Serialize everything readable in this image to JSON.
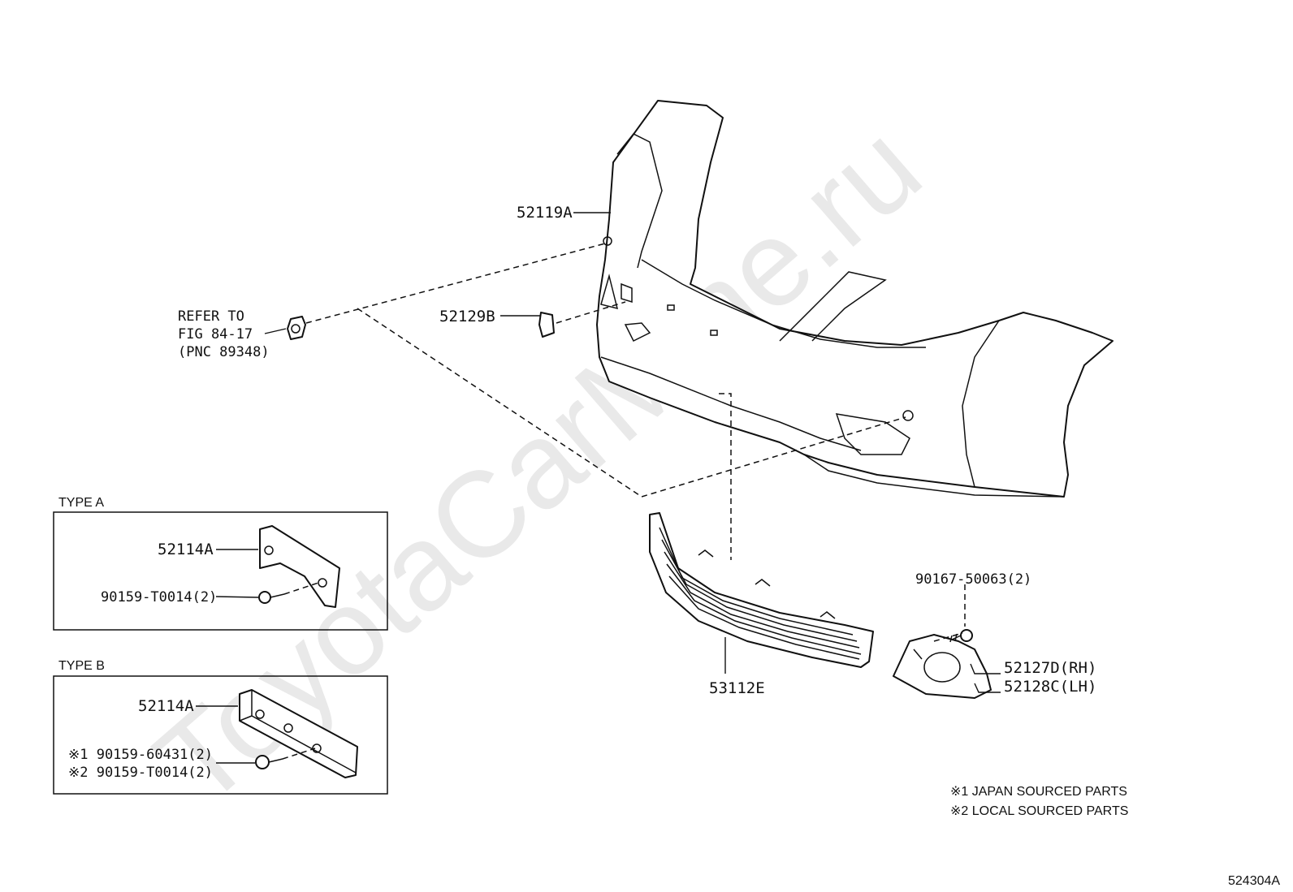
{
  "watermark": "ToyotaCarMine.ru",
  "diagram_id": "524304A",
  "refer": {
    "line1": "REFER TO",
    "line2": "FIG 84-17",
    "line3": "(PNC 89348)"
  },
  "parts": {
    "bumper_cover": "52119A",
    "clip_52129b": "52129B",
    "lower_grille": "53112E",
    "screw_90167": "90167-50063(2)",
    "fog_cover_rh": "52127D(RH)",
    "fog_cover_lh": "52128C(LH)"
  },
  "type_a": {
    "title": "TYPE A",
    "bracket": "52114A",
    "screw": "90159-T0014(2)"
  },
  "type_b": {
    "title": "TYPE B",
    "bracket": "52114A",
    "screw1": "※1 90159-60431(2)",
    "screw2": "※2 90159-T0014(2)"
  },
  "notes": {
    "note1": "※1 JAPAN SOURCED PARTS",
    "note2": "※2 LOCAL SOURCED PARTS"
  }
}
